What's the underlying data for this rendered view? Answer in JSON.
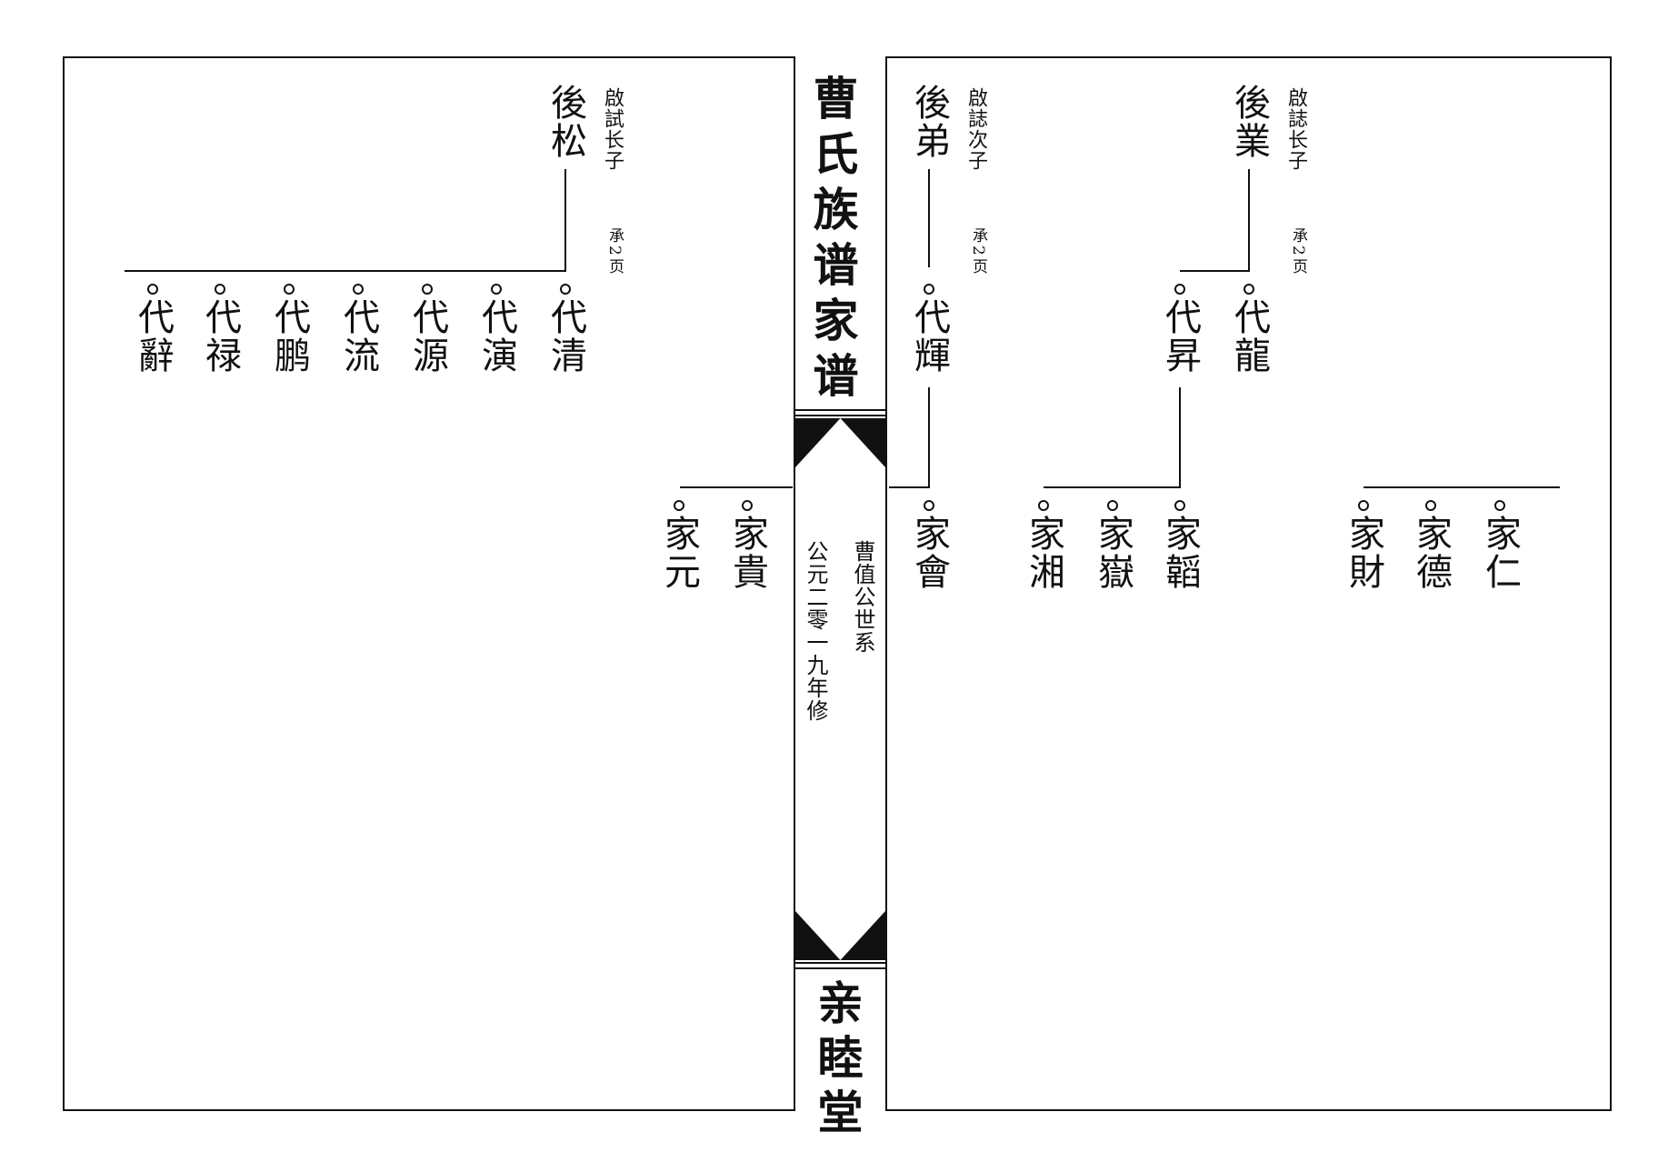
{
  "spine": {
    "title": "曹氏族谱家谱",
    "subtitle": "曹值公世系",
    "date": "公元二零一九年修",
    "hall": "亲睦堂"
  },
  "left_page": {
    "parent": {
      "name": "後松",
      "note": "啟試长子",
      "ref": "承2页"
    },
    "children": [
      "代清",
      "代演",
      "代源",
      "代流",
      "代鹏",
      "代禄",
      "代辭"
    ],
    "grandchildren": [
      "家貴",
      "家元"
    ]
  },
  "right_page": {
    "branch1": {
      "parent": {
        "name": "後弟",
        "note": "啟誌次子",
        "ref": "承2页"
      },
      "child": "代輝",
      "grandchild": "家會"
    },
    "branch2": {
      "parent": {
        "name": "後業",
        "note": "啟誌长子",
        "ref": "承2页"
      },
      "children": [
        "代龍",
        "代昇"
      ],
      "grandchildren_of_sheng": [
        "家韜",
        "家嶽",
        "家湘"
      ],
      "grandchildren_other": [
        "家仁",
        "家德",
        "家財"
      ]
    }
  },
  "colors": {
    "ink": "#111111",
    "paper": "#ffffff"
  }
}
